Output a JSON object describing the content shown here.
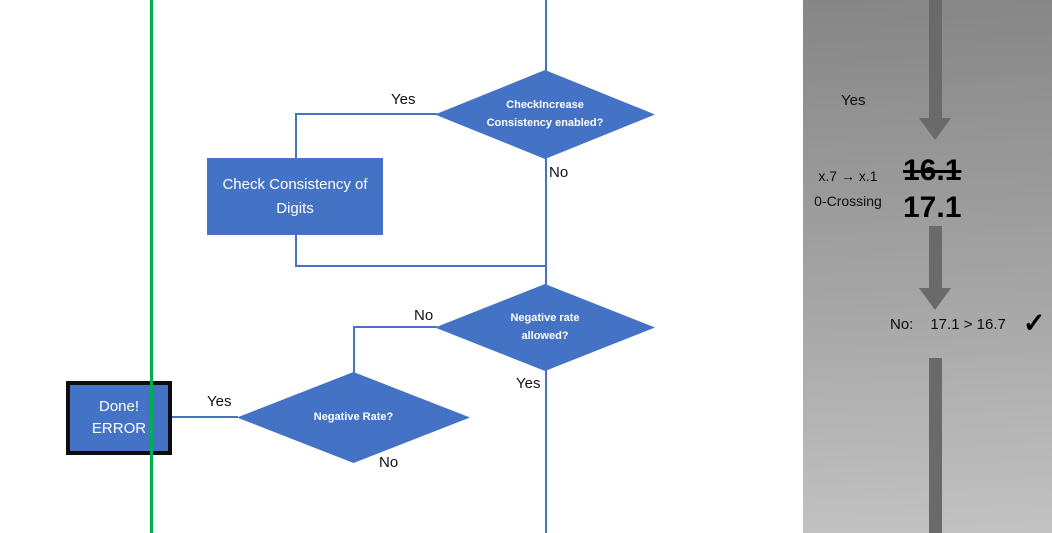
{
  "flowchart": {
    "decision_check_increase": "CheckIncrease Consistency enabled?",
    "decision_check_increase_yes": "Yes",
    "decision_check_increase_no": "No",
    "process_check_consistency": "Check Consistency of Digits",
    "decision_negative_rate_allowed": "Negative rate allowed?",
    "decision_negative_rate_allowed_no": "No",
    "decision_negative_rate_allowed_yes": "Yes",
    "decision_negative_rate": "Negative Rate?",
    "decision_negative_rate_yes": "Yes",
    "decision_negative_rate_no": "No",
    "terminator_line1": "Done!",
    "terminator_line2": "ERROR"
  },
  "annotation_panel": {
    "yes_label": "Yes",
    "crossing_rule": "x.7 → x.1",
    "crossing_name": "0-Crossing",
    "old_value": "16.1",
    "new_value": "17.1",
    "no_label": "No:",
    "comparison": "17.1 > 16.7",
    "check_mark": "✓"
  },
  "colors": {
    "shape_fill": "#4472C4",
    "connector": "#4472C4",
    "divider_green": "#00B050",
    "arrow_gray": "#6a6a6a",
    "terminator_border": "#0d0d0d"
  }
}
